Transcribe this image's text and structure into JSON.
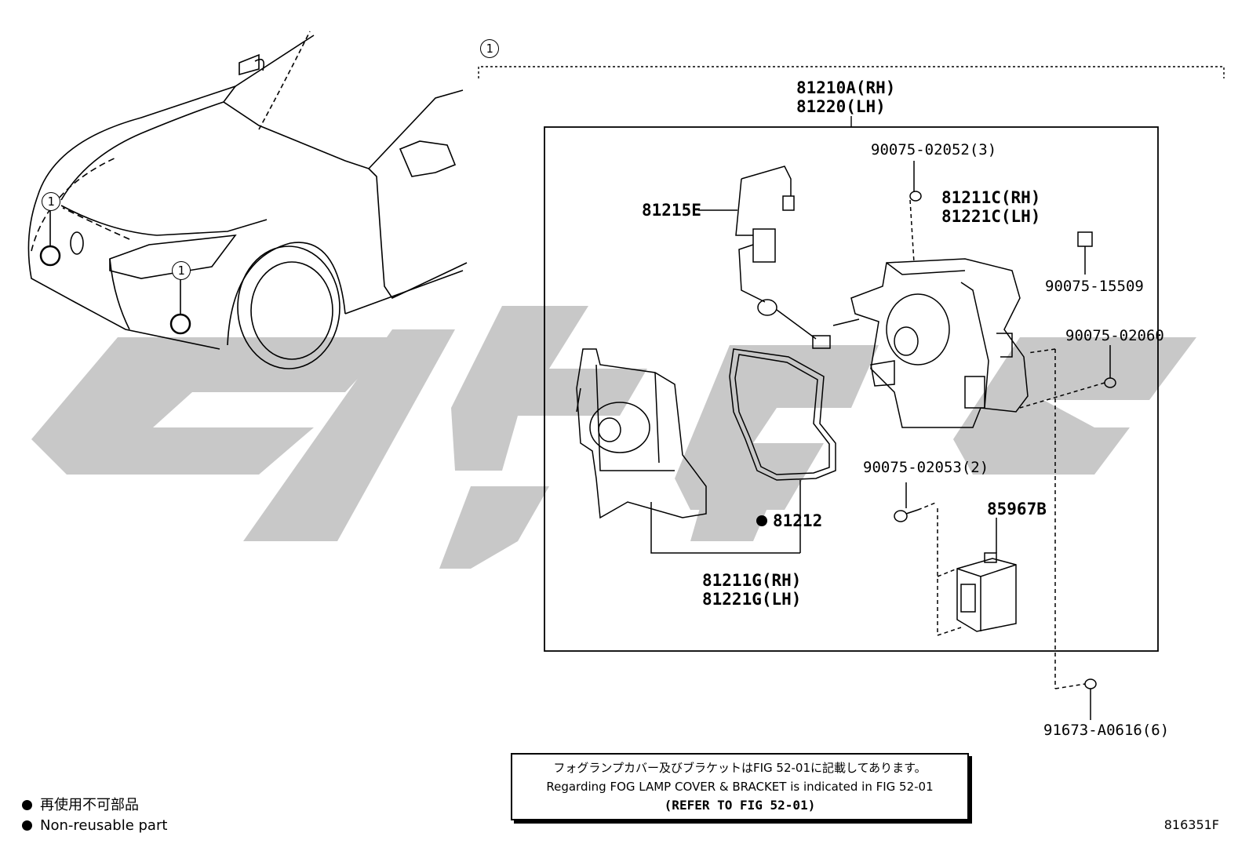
{
  "callout_marker": "1",
  "watermark_color": "#c8c8c8",
  "parts": {
    "assembly_rh": "81210A(RH)",
    "assembly_lh": "81220(LH)",
    "wire": "81215E",
    "screw_top": "90075-02052(3)",
    "lamp_unit_rh": "81211C(RH)",
    "lamp_unit_lh": "81221C(LH)",
    "cap": "90075-15509",
    "bolt_side": "90075-02060",
    "gasket": "81212",
    "screw_mid": "90075-02053(2)",
    "computer": "85967B",
    "housing_rh": "81211G(RH)",
    "housing_lh": "81221G(LH)",
    "bolt_bottom": "91673-A0616(6)"
  },
  "note": {
    "japanese": "フォグランプカバー及びブラケットはFIG 52-01に記載してあります。",
    "english": "Regarding FOG LAMP COVER & BRACKET is indicated in FIG 52-01",
    "refer": "(REFER TO FIG 52-01)"
  },
  "legend": {
    "japanese": "再使用不可部品",
    "english": "Non-reusable part"
  },
  "figure_id": "816351F"
}
